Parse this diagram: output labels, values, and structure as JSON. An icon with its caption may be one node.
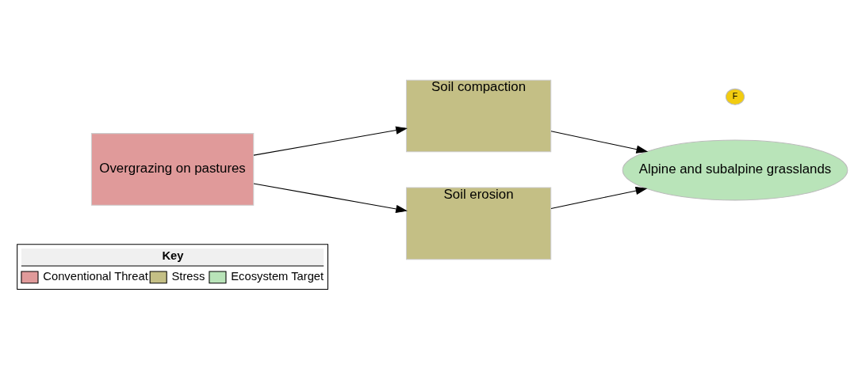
{
  "diagram": {
    "nodes": [
      {
        "text": [
          "Overgrazing on pastures"
        ]
      },
      {
        "text": [
          "Soil compaction"
        ]
      },
      {
        "text": [
          "Soil erosion"
        ]
      },
      {
        "text": [
          "Alpine and subalpine grasslands"
        ]
      },
      {
        "text": [
          "F"
        ]
      }
    ],
    "edges": [
      {
        "from": 0,
        "to": 1,
        "arrow": "to"
      },
      {
        "from": 0,
        "to": 2,
        "arrow": "to"
      },
      {
        "from": 1,
        "to": 3,
        "arrow": "to"
      },
      {
        "from": 2,
        "to": 3,
        "arrow": "to"
      }
    ],
    "labels": [
      "Key"
    ],
    "legend": [
      {
        "text": "Conventional Threat",
        "color": "#e09a9a"
      },
      {
        "text": "Stress",
        "color": "#c4bf85"
      },
      {
        "text": "Ecosystem Target",
        "color": "#b9e4b9"
      }
    ]
  }
}
